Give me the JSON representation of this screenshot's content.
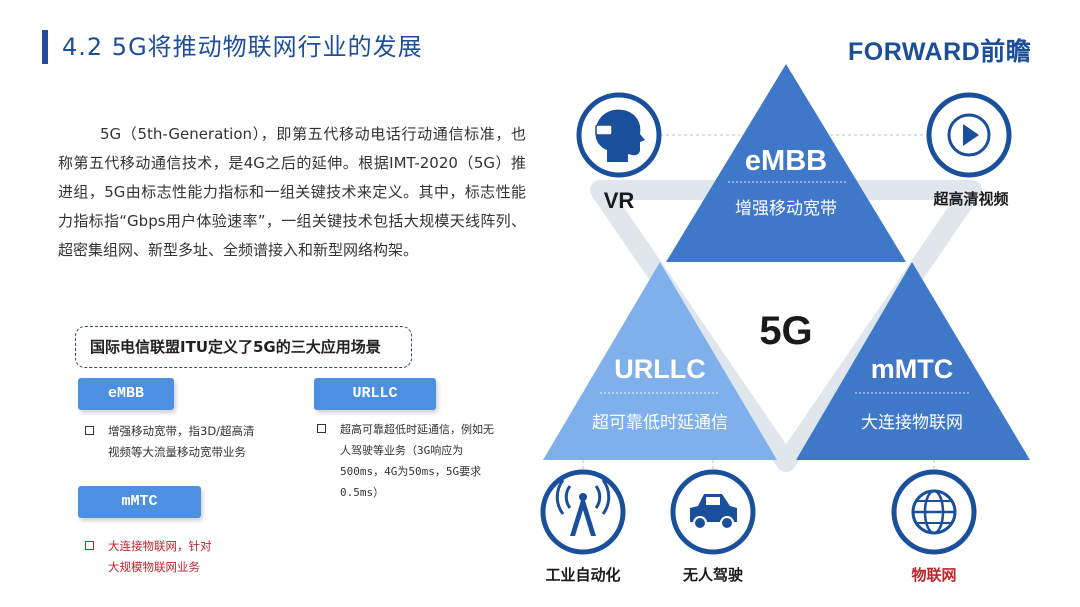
{
  "header": {
    "title": "4.2 5G将推动物联网行业的发展",
    "logo": "FORWARD前瞻"
  },
  "intro": "5G（5th-Generation），即第五代移动电话行动通信标准，也称第五代移动通信技术，是4G之后的延伸。根据IMT-2020（5G）推进组，5G由标志性能力指标和一组关键技术来定义。其中，标志性能力指标指“Gbps用户体验速率”，一组关键技术包括大规模天线阵列、超密集组网、新型多址、全频谱接入和新型网络构架。",
  "itu": {
    "caption": "国际电信联盟ITU定义了5G的三大应用场景",
    "scenarios": [
      {
        "name": "eMBB",
        "lines": [
          "增强移动宽带，指3D/超高清",
          "视频等大流量移动宽带业务"
        ]
      },
      {
        "name": "URLLC",
        "lines": [
          "超高可靠超低时延通信，例如无",
          "人驾驶等业务（3G响应为",
          "500ms，4G为50ms，5G要求",
          "0.5ms）"
        ]
      },
      {
        "name": "mMTC",
        "lines": [
          "大连接物联网，针对",
          "大规模物联网业务"
        ]
      }
    ]
  },
  "diagram": {
    "center": "5G",
    "triangles": [
      {
        "name": "eMBB",
        "subtitle": "增强移动宽带"
      },
      {
        "name": "URLLC",
        "subtitle": "超可靠低时延通信"
      },
      {
        "name": "mMTC",
        "subtitle": "大连接物联网"
      }
    ],
    "applications": [
      {
        "label": "VR"
      },
      {
        "label": "超高清视频"
      },
      {
        "label": "工业自动化"
      },
      {
        "label": "无人驾驶"
      },
      {
        "label": "物联网",
        "color": "#c0242b"
      }
    ],
    "colors": {
      "dark_blue": "#3f78c9",
      "light_blue": "#7fb0ec",
      "icon_blue": "#1a4f9c"
    }
  }
}
